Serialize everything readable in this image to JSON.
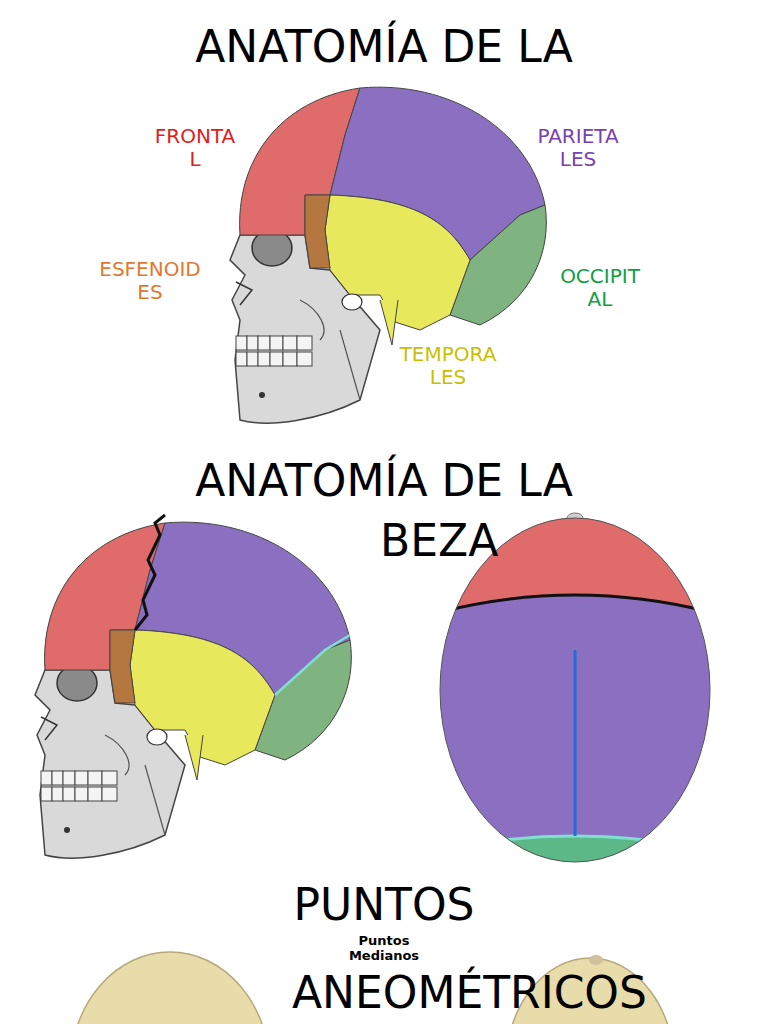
{
  "diagram": {
    "title": "ANATOMÍA DE LA",
    "labels": [
      "FRONTA L",
      "PARIETA LES",
      "ESFENOID ES",
      "OCCIPIT AL",
      "TEMPORA LES",
      "ANATOMÍA DE LA",
      "BEZA",
      "PUNTOS",
      "ANEOMÉTRICOS",
      "Puntos Medianos"
    ]
  }
}
